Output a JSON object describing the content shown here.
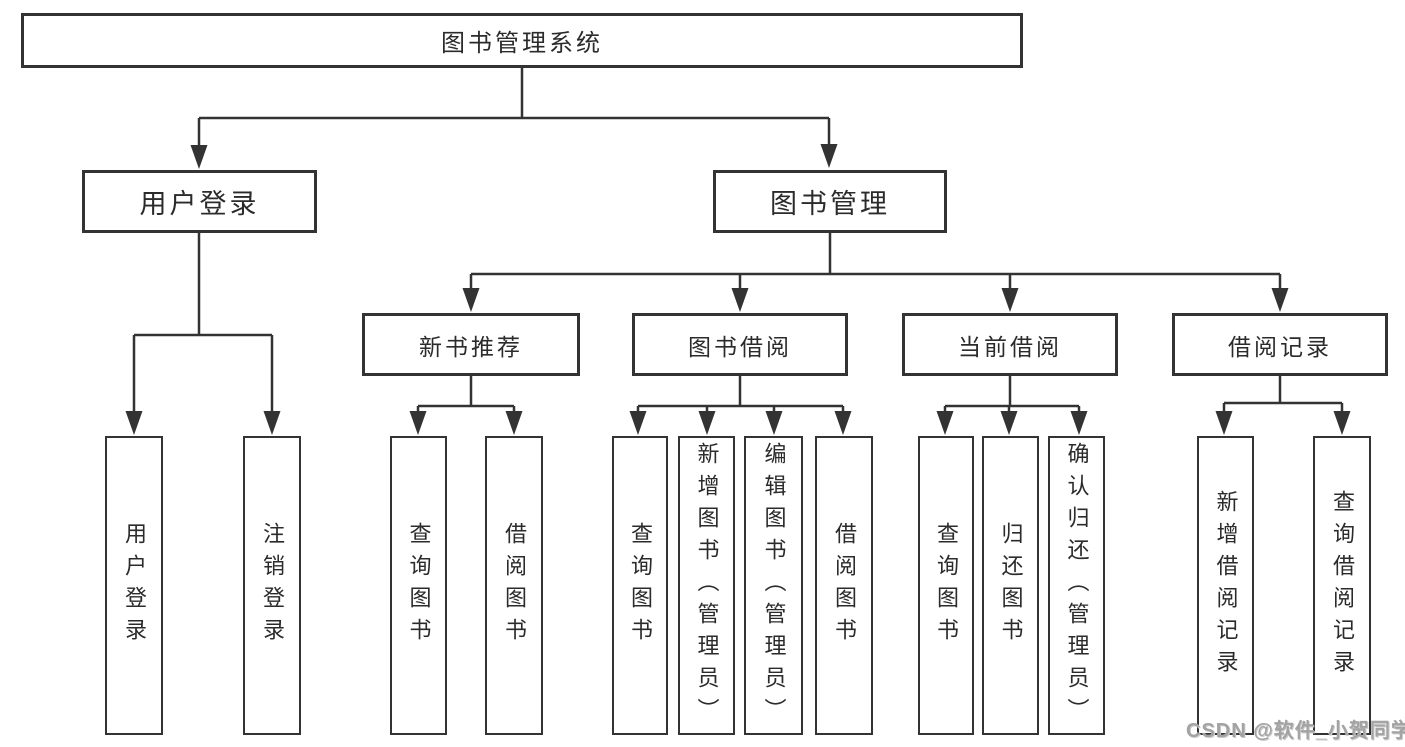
{
  "diagram": {
    "root": {
      "label": "图书管理系统"
    },
    "level2": {
      "user_login": {
        "label": "用户登录"
      },
      "book_management": {
        "label": "图书管理"
      }
    },
    "level3": {
      "new_book_recommend": {
        "label": "新书推荐"
      },
      "book_borrowing": {
        "label": "图书借阅"
      },
      "current_borrowing": {
        "label": "当前借阅"
      },
      "borrowing_records": {
        "label": "借阅记录"
      }
    },
    "level4": {
      "user_login_leaf": {
        "label": "用户登录"
      },
      "logout": {
        "label": "注销登录"
      },
      "nb_query_books": {
        "label": "查询图书"
      },
      "nb_borrow_books": {
        "label": "借阅图书"
      },
      "bb_query_books": {
        "label": "查询图书"
      },
      "bb_add_books": {
        "label": "新增图书（管理员）"
      },
      "bb_edit_books": {
        "label": "编辑图书（管理员）"
      },
      "bb_borrow_books": {
        "label": "借阅图书"
      },
      "cb_query_books": {
        "label": "查询图书"
      },
      "cb_return_books": {
        "label": "归还图书"
      },
      "cb_confirm_return": {
        "label": "确认归还（管理员）"
      },
      "br_add_record": {
        "label": "新增借阅记录"
      },
      "br_query_record": {
        "label": "查询借阅记录"
      }
    }
  },
  "watermark": {
    "text": "CSDN @软件_小贺同学"
  },
  "colors": {
    "line": "#333333",
    "box_border": "#333333",
    "text": "#2b2b2b",
    "watermark": "#a3a3a3",
    "background": "#ffffff"
  }
}
